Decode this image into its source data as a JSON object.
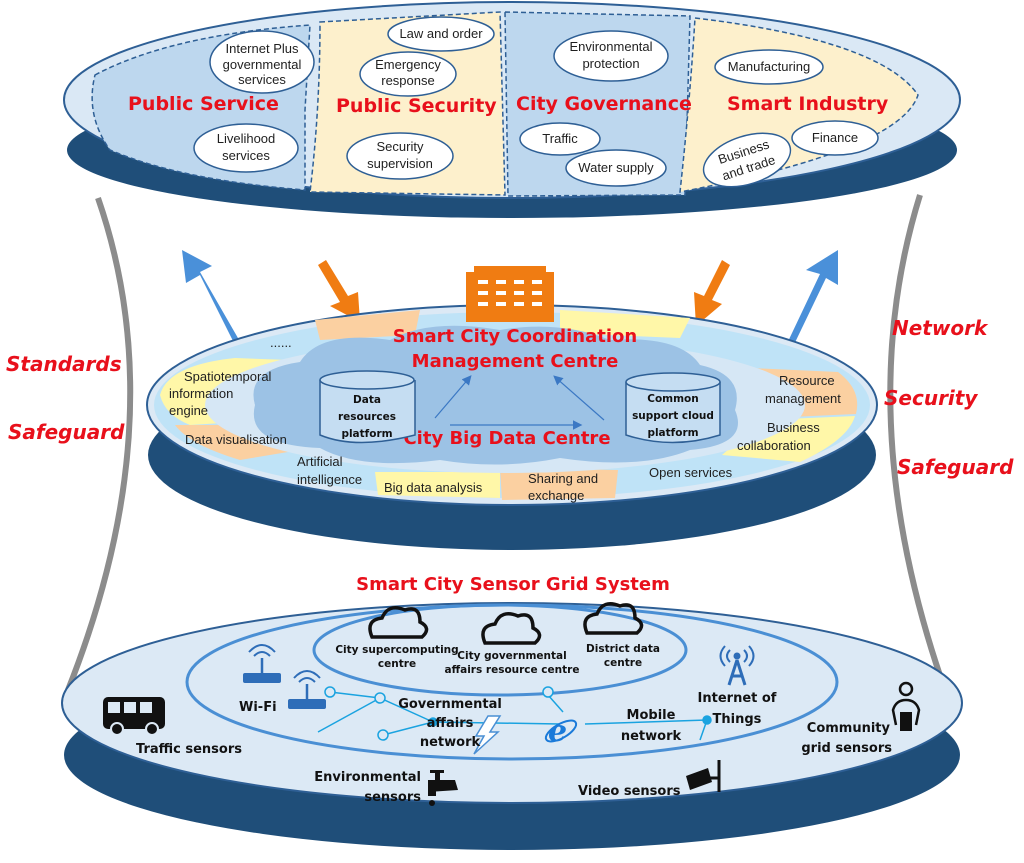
{
  "colors": {
    "disk_dark": "#1f4e79",
    "disk_top": "#dae8f5",
    "zone_blue": "#bdd7ee",
    "zone_yellow": "#fdf0cc",
    "title_red": "#e8101b",
    "arrow_blue": "#4a90d9",
    "arrow_orange": "#f07c12",
    "pillar_gray": "#8c8c8c"
  },
  "side_labels": {
    "left": [
      "Standards",
      "Safeguard"
    ],
    "right": [
      "Network",
      "Security",
      "Safeguard"
    ]
  },
  "top_layer": {
    "zones": [
      {
        "title": "Public Service",
        "items": [
          "Internet Plus governmental services",
          "Livelihood services"
        ]
      },
      {
        "title": "Public Security",
        "items": [
          "Law and order",
          "Emergency response",
          "Security supervision"
        ]
      },
      {
        "title": "City Governance",
        "items": [
          "Environmental protection",
          "Traffic",
          "Water supply"
        ]
      },
      {
        "title": "Smart Industry",
        "items": [
          "Manufacturing",
          "Finance",
          "Business and trade"
        ]
      }
    ]
  },
  "middle_layer": {
    "title_line1": "Smart City Coordination",
    "title_line2": "Management Centre",
    "centre": "City Big Data Centre",
    "platforms": [
      "Data resources platform",
      "Common support cloud platform"
    ],
    "ring_items": [
      "......",
      "Spatiotemporal information engine",
      "Data visualisation",
      "Artificial intelligence",
      "Big data analysis",
      "Sharing and exchange",
      "Open services",
      "Business collaboration",
      "Resource management"
    ],
    "building_icon": "building-icon"
  },
  "bottom_layer": {
    "title": "Smart City Sensor Grid System",
    "clouds": [
      "City supercomputing centre",
      "City governmental affairs resource centre",
      "District data centre"
    ],
    "networks": [
      "Wi-Fi",
      "Governmental affairs network",
      "Mobile network",
      "Internet of Things"
    ],
    "sensors": [
      "Traffic sensors",
      "Environmental sensors",
      "Video sensors",
      "Community grid sensors"
    ]
  }
}
